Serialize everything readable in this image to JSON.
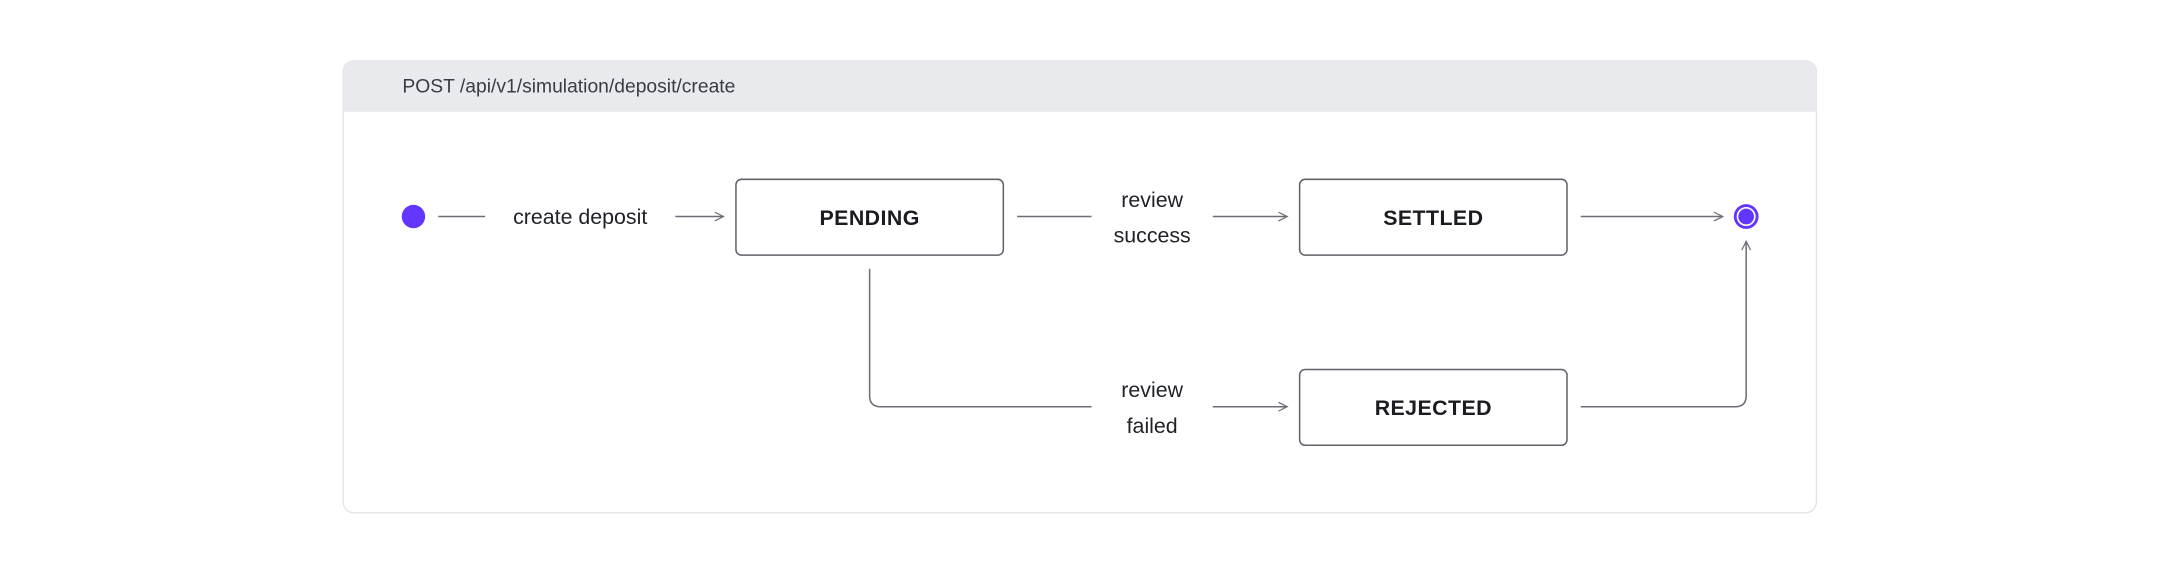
{
  "header": {
    "title": "POST /api/v1/simulation/deposit/create"
  },
  "colors": {
    "accent": "#6236ff",
    "header_bg": "#e9eaee",
    "edge": "#6b6e76"
  },
  "nodes": {
    "start": {
      "icon": "initial-state-dot"
    },
    "pending": {
      "label": "PENDING"
    },
    "settled": {
      "label": "SETTLED"
    },
    "rejected": {
      "label": "REJECTED"
    },
    "end": {
      "icon": "final-state-dot"
    }
  },
  "edges": {
    "create": {
      "label": "create deposit"
    },
    "success": {
      "line1": "review",
      "line2": "success"
    },
    "failed": {
      "line1": "review",
      "line2": "failed"
    }
  }
}
